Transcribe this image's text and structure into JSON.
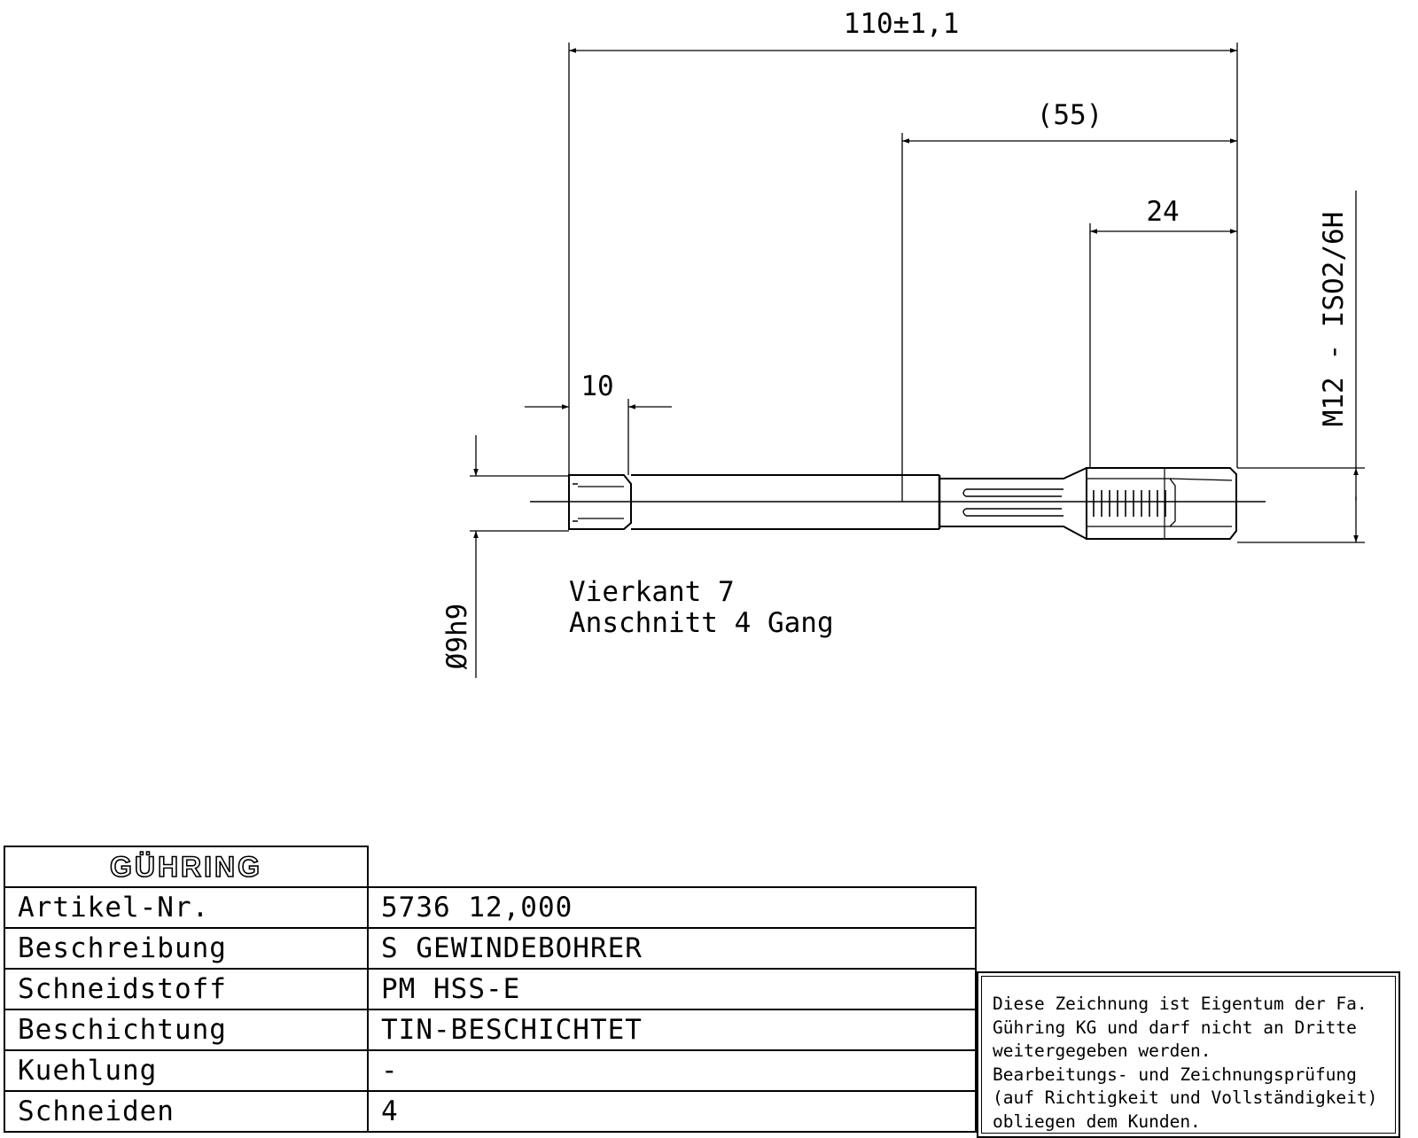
{
  "dimensions": {
    "overall_length": "110±1,1",
    "shank_length": "(55)",
    "thread_length": "24",
    "square_length": "10",
    "thread_spec": "M12 - ISO2/6H",
    "shank_diameter": "Ø9h9"
  },
  "notes": {
    "line1": "Vierkant 7",
    "line2": "Anschnitt 4 Gang"
  },
  "title_block": {
    "logo_text": "GÜHRING",
    "rows": [
      {
        "label": "Artikel-Nr.",
        "value": "5736 12,000"
      },
      {
        "label": "Beschreibung",
        "value": "S GEWINDEBOHRER"
      },
      {
        "label": "Schneidstoff",
        "value": "PM HSS-E"
      },
      {
        "label": "Beschichtung",
        "value": "TIN-BESCHICHTET"
      },
      {
        "label": "Kuehlung",
        "value": "-"
      },
      {
        "label": "Schneiden",
        "value": "4"
      }
    ]
  },
  "notice": {
    "text": "Diese Zeichnung ist Eigentum der Fa.\nGühring KG und darf nicht an Dritte\nweitergegeben werden.\nBearbeitungs- und Zeichnungsprüfung\n(auf Richtigkeit und Vollständigkeit)\nobliegen dem Kunden."
  }
}
